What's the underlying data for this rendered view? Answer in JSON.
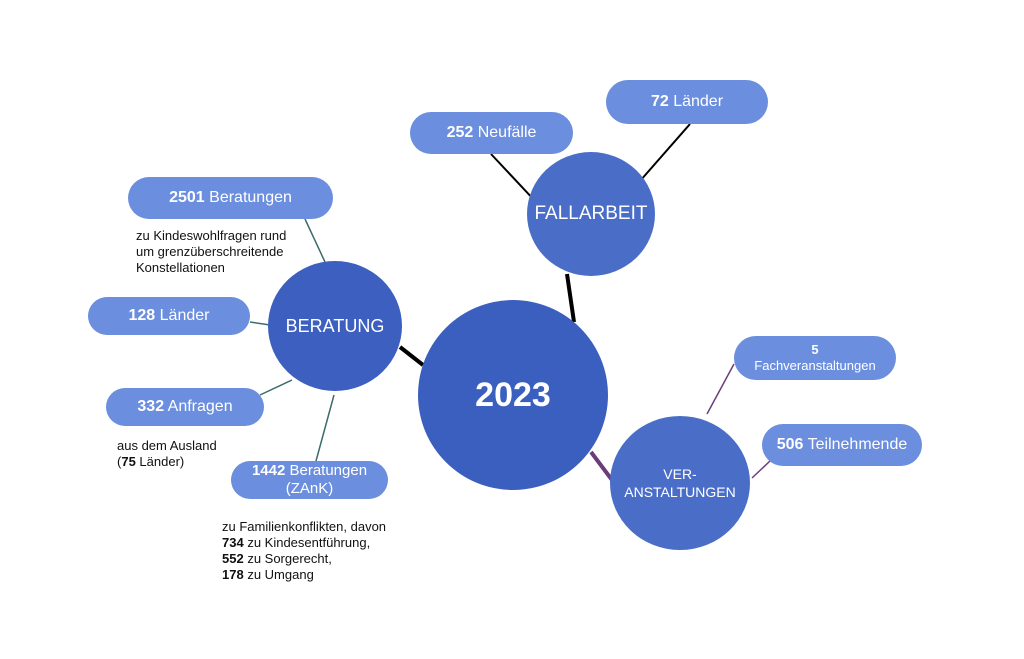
{
  "center": {
    "label": "2023"
  },
  "fallarbeit": {
    "label": "FALLARBEIT",
    "neufaelle": {
      "number": "252",
      "text": "Neufälle"
    },
    "laender": {
      "number": "72",
      "text": "Länder"
    }
  },
  "beratung": {
    "label": "BERATUNG",
    "beratungen": {
      "number": "2501",
      "text": "Beratungen",
      "note": [
        "zu Kindeswohlfragen rund",
        "um grenzüberschreitende",
        "Konstellationen"
      ]
    },
    "laender": {
      "number": "128",
      "text": "Länder"
    },
    "anfragen": {
      "number": "332",
      "text": "Anfragen",
      "note_line1": "aus dem Ausland",
      "note_open": "(",
      "note_number": "75",
      "note_close": " Länder)"
    },
    "zank": {
      "number": "1442",
      "text": "Beratungen",
      "line2": "(ZAnK)",
      "note_intro": "zu Familienkonflikten, davon",
      "items": [
        {
          "number": "734",
          "text": " zu Kindesentführung,"
        },
        {
          "number": "552",
          "text": " zu Sorgerecht,"
        },
        {
          "number": "178",
          "text": " zu Umgang"
        }
      ]
    }
  },
  "veranstaltungen": {
    "label_line1": "VER-",
    "label_line2": "ANSTALTUNGEN",
    "fach": {
      "number": "5",
      "text": "Fachveranstaltungen"
    },
    "teilnehmende": {
      "number": "506",
      "text": "Teilnehmende"
    }
  },
  "colors": {
    "center": "#3b5fbf",
    "hub": "#4a6ec8",
    "pill": "#6b8ede",
    "connector_main": "#000000",
    "connector_beratung": "#3d6b6b",
    "connector_veranstaltungen": "#6a3d7a"
  }
}
